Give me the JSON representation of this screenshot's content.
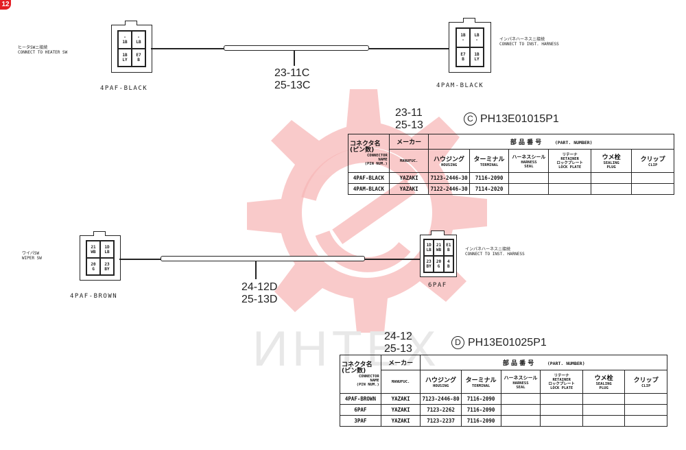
{
  "page_badge": "12",
  "watermark": {
    "text": "ИНТЕХ"
  },
  "diagram_c": {
    "left_connector": {
      "name": "4PAF-BLACK",
      "note_jp": "ヒータSWニ接続",
      "note_en": "CONNECT TO HEATER SW",
      "cells": [
        [
          "-",
          "1B"
        ],
        [
          "-",
          "LB"
        ],
        [
          "1B",
          "LY"
        ],
        [
          "E7",
          "B"
        ]
      ]
    },
    "right_connector": {
      "name": "4PAM-BLACK",
      "note_jp": "インパネハーネスニ接続",
      "note_en": "CONNECT TO INST. HARNESS",
      "cells": [
        [
          "1B",
          "-"
        ],
        [
          "LB",
          "-"
        ],
        [
          "E7",
          "B"
        ],
        [
          "1B",
          "LY"
        ]
      ]
    },
    "harness_codes": [
      "23-11C",
      "25-13C"
    ],
    "table_codes": [
      "23-11",
      "25-13"
    ],
    "circle_letter": "C",
    "part_number": "PH13E01015P1",
    "table": {
      "h_connector_jp": "コネクタ名\n(ピン数)",
      "h_connector_en": "CONNECTOR\nNAME\n(PIN NUM.)",
      "h_maker_jp": "メーカー",
      "h_maker_en": "MANUFUC.",
      "h_parts_jp": "部 品 番 号",
      "h_parts_en": "(PART. NUMBER)",
      "h_housing_jp": "ハウジング",
      "h_housing_en": "HOUSING",
      "h_terminal_jp": "ターミナル",
      "h_terminal_en": "TERMINAL",
      "h_seal_jp": "ハーネスシール",
      "h_seal_en": "HARNESS\nSEAL",
      "h_retainer_jp": "リテーナ\nRETAINER\nロックプレート",
      "h_retainer_en": "LOCK PLATE",
      "h_plug_jp": "ウメ栓",
      "h_plug_en": "SEALING\nPLUG",
      "h_clip_jp": "クリップ",
      "h_clip_en": "CLIP",
      "rows": [
        {
          "connector": "4PAF-BLACK",
          "maker": "YAZAKI",
          "housing": "7123-2446-30",
          "terminal": "7116-2090"
        },
        {
          "connector": "4PAM-BLACK",
          "maker": "YAZAKI",
          "housing": "7122-2446-30",
          "terminal": "7114-2020"
        }
      ]
    }
  },
  "diagram_d": {
    "left_connector": {
      "name": "4PAF-BROWN",
      "note_jp": "ワイパSW",
      "note_en": "WIPER SW",
      "cells": [
        [
          "21",
          "WB"
        ],
        [
          "1D",
          "LB"
        ],
        [
          "20",
          "G"
        ],
        [
          "23",
          "BY"
        ]
      ]
    },
    "right_connector": {
      "name": "6PAF",
      "note_jp": "インパネハーネスニ接続",
      "note_en": "CONNECT TO INST. HARNESS",
      "cells": [
        [
          "1D",
          "LB"
        ],
        [
          "21",
          "WB"
        ],
        [
          "E1",
          "B"
        ],
        [
          "23",
          "BY"
        ],
        [
          "20",
          "G"
        ],
        [
          "4",
          "B"
        ]
      ]
    },
    "harness_codes": [
      "24-12D",
      "25-13D"
    ],
    "table_codes": [
      "24-12",
      "25-13"
    ],
    "circle_letter": "D",
    "part_number": "PH13E01025P1",
    "rows": [
      {
        "connector": "4PAF-BROWN",
        "maker": "YAZAKI",
        "housing": "7123-2446-80",
        "terminal": "7116-2090"
      },
      {
        "connector": "6PAF",
        "maker": "YAZAKI",
        "housing": "7123-2262",
        "terminal": "7116-2090"
      },
      {
        "connector": "3PAF",
        "maker": "YAZAKI",
        "housing": "7123-2237",
        "terminal": "7116-2090"
      }
    ]
  },
  "colors": {
    "badge": "#e31e24",
    "watermark": "#f7b8b8",
    "line": "#222222"
  }
}
